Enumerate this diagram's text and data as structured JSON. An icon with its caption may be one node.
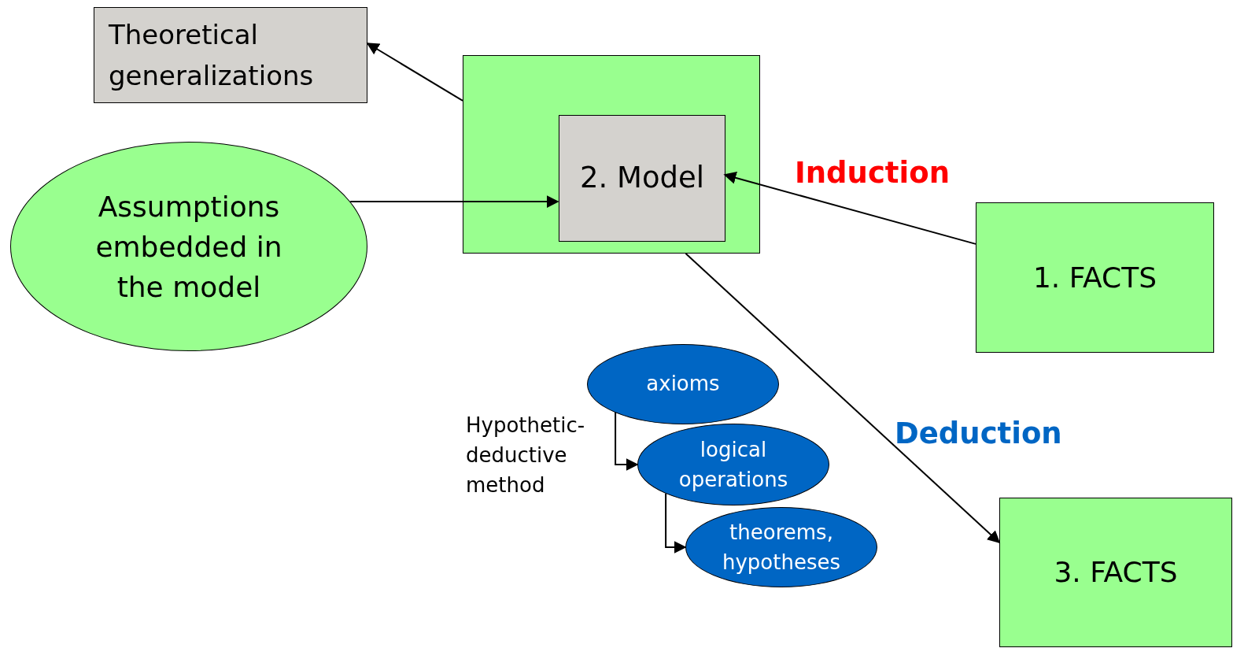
{
  "diagram": {
    "nodes": [
      {
        "text": [
          "Theoretical generalizations"
        ]
      },
      {
        "text": [],
        "shape": "box"
      },
      {
        "text": [
          "2. Model"
        ],
        "in": 1
      },
      {
        "text": [
          "Assumptions embedded in the model"
        ]
      },
      {
        "text": [
          "1. FACTS"
        ]
      },
      {
        "text": [
          "3. FACTS"
        ]
      },
      {
        "text": [
          "axioms"
        ]
      },
      {
        "text": [
          "logical operations"
        ]
      },
      {
        "text": [
          "theorems, hypotheses"
        ]
      }
    ],
    "edges": [
      {
        "from": 1,
        "to": 0,
        "arrow": "to"
      },
      {
        "from": 3,
        "to": 2,
        "arrow": "to"
      },
      {
        "from": 4,
        "to": 2,
        "arrow": "to"
      },
      {
        "from": 1,
        "to": 5,
        "arrow": "to"
      },
      {
        "from": 6,
        "to": 7,
        "arrow": "to"
      },
      {
        "from": 7,
        "to": 8,
        "arrow": "to"
      }
    ],
    "labels": [
      "Induction",
      "Deduction",
      "Hypothetic- deductive method"
    ]
  }
}
